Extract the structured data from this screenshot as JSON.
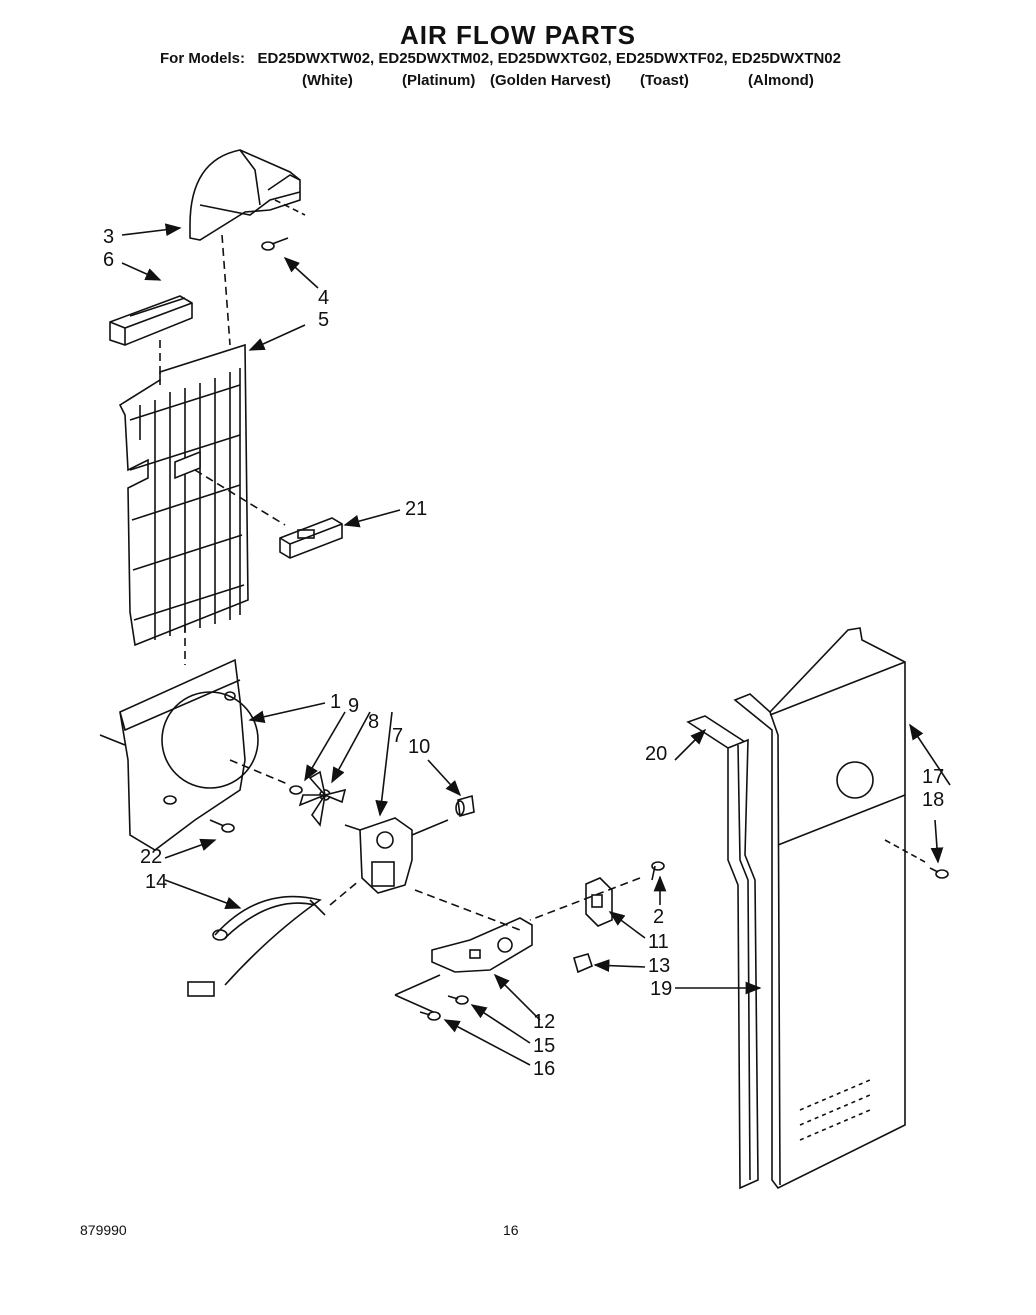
{
  "title": "AIR FLOW PARTS",
  "for_models_label": "For Models:",
  "models": "ED25DWXTW02, ED25DWXTM02, ED25DWXTG02, ED25DWXTF02, ED25DWXTN02",
  "finishes": [
    "(White)",
    "(Platinum)",
    "(Golden Harvest)",
    "(Toast)",
    "(Almond)"
  ],
  "callouts": [
    "3",
    "6",
    "4",
    "5",
    "21",
    "1",
    "9",
    "8",
    "7",
    "10",
    "20",
    "17",
    "18",
    "22",
    "14",
    "2",
    "11",
    "13",
    "19",
    "12",
    "15",
    "16"
  ],
  "footer": {
    "doc_number": "879990",
    "page_number": "16"
  }
}
